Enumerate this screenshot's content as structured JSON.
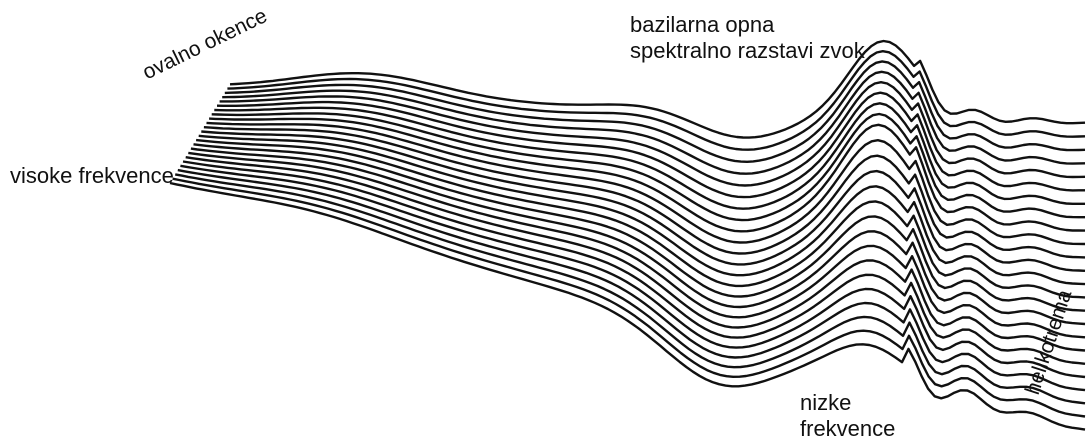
{
  "labels": {
    "title_line1": "bazilarna opna",
    "title_line2": "spektralno razstavi zvok",
    "oval_window": "ovalno okence",
    "high_frequencies": "visoke frekvence",
    "low_frequencies_line1": "nizke",
    "low_frequencies_line2": "frekvence",
    "helicotrema": "helikotrema"
  },
  "colors": {
    "line": "#111111",
    "background": "#ffffff"
  }
}
